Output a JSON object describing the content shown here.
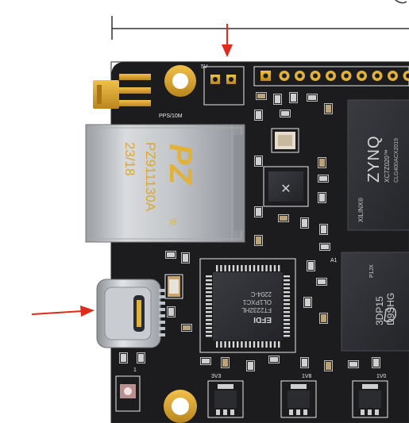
{
  "board": {
    "silk_5v": "5V",
    "silk_pps": "PPS/10M",
    "silk_3v3": "3V3",
    "silk_1v8": "1V8",
    "silk_1v0": "1V0",
    "silk_a": "A1",
    "silk_one": "1"
  },
  "ethernet_jack": {
    "logo": "PZ",
    "registered": "®",
    "model": "PZ911130A",
    "date": "23/18"
  },
  "fpga": {
    "vendor": "XILINX®",
    "brand": "ZYNQ",
    "part": "XC7Z020™",
    "code": "CLG400ACX2019"
  },
  "usb_chip": {
    "brand": "EFDI",
    "part": "FT2232HL",
    "lot1": "2204-C",
    "lot2": "OL1PXC1"
  },
  "ram_chip": {
    "line1": "P1JX",
    "line2": "3DP15",
    "line3": "D9SHG"
  },
  "colors": {
    "pcb": "#1c1c1e",
    "gold": "#d6a531",
    "arrow": "#e02a1c",
    "silkscreen": "#e8e8e8"
  }
}
